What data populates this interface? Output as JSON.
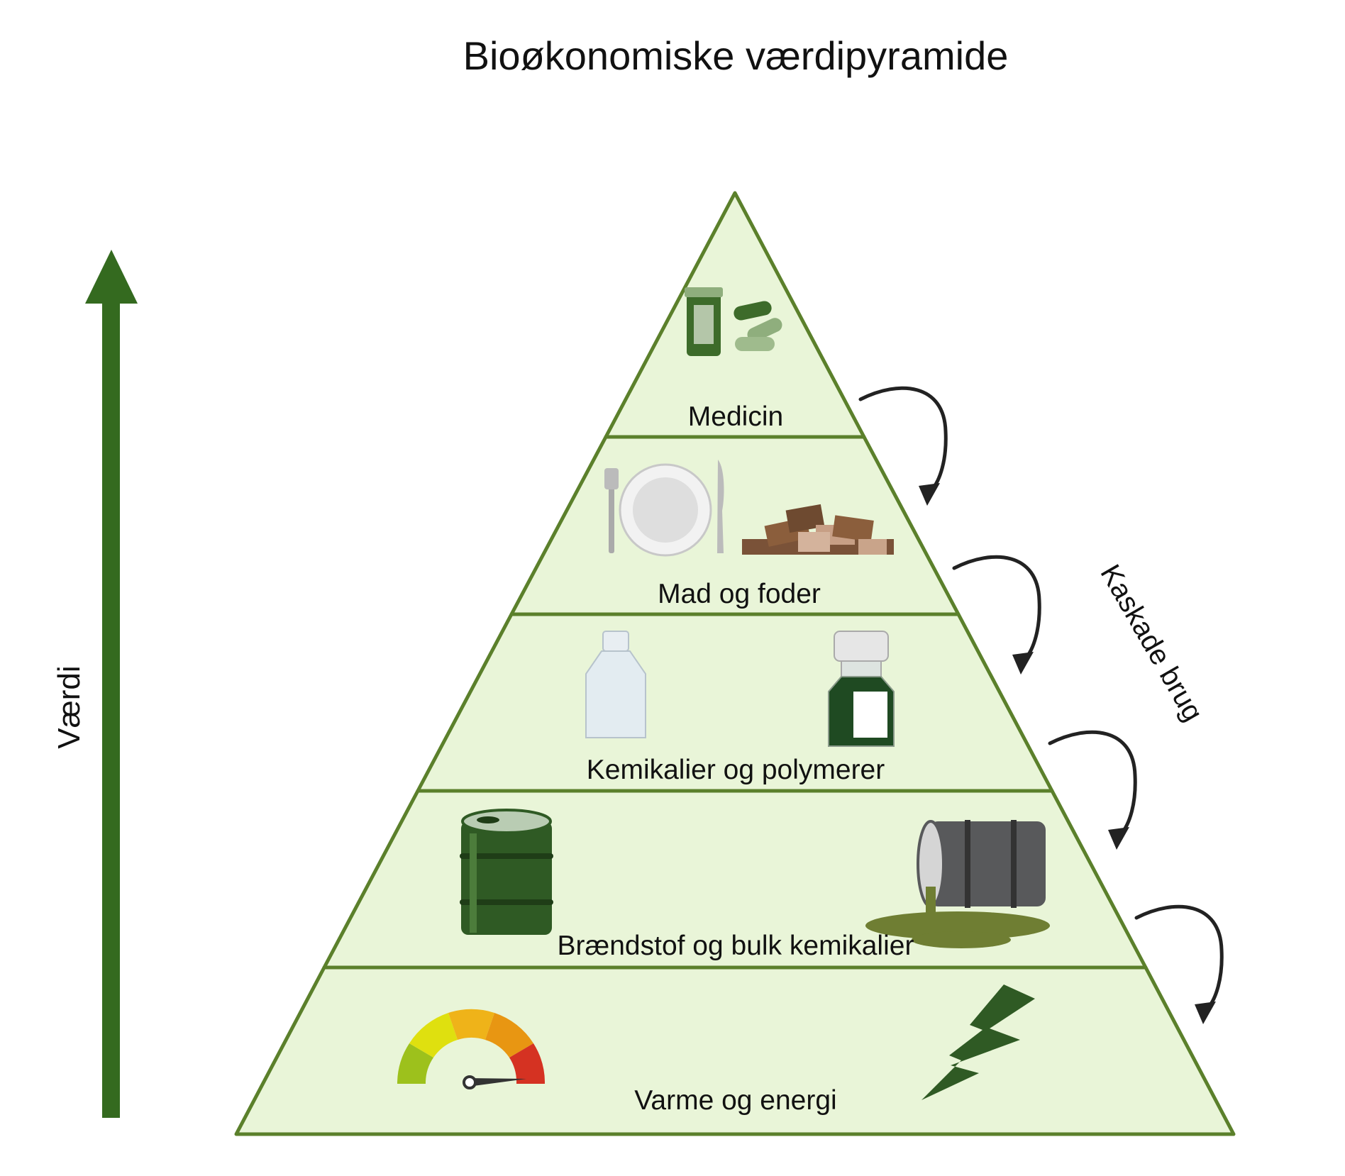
{
  "title": "Bioøkonomiske værdipyramide",
  "value_axis": {
    "label": "Værdi",
    "color": "#346a1f"
  },
  "cascade_label": "Kaskade brug",
  "colors": {
    "layer_fill": "#e9f5d8",
    "layer_stroke": "#5b802b",
    "arrow": "#222222"
  },
  "layers": [
    {
      "label": "Medicin",
      "icons": [
        "pill-bottle-icon",
        "capsules-icon"
      ]
    },
    {
      "label": "Mad og foder",
      "icons": [
        "plate-cutlery-icon",
        "feed-blocks-icon"
      ]
    },
    {
      "label": "Kemikalier og polymerer",
      "icons": [
        "plastic-bottle-icon",
        "reagent-bottle-icon"
      ]
    },
    {
      "label": "Brændstof og bulk kemikalier",
      "icons": [
        "oil-barrel-icon",
        "spilled-barrel-icon"
      ]
    },
    {
      "label": "Varme og energi",
      "icons": [
        "gauge-icon",
        "lightning-icon"
      ]
    }
  ]
}
